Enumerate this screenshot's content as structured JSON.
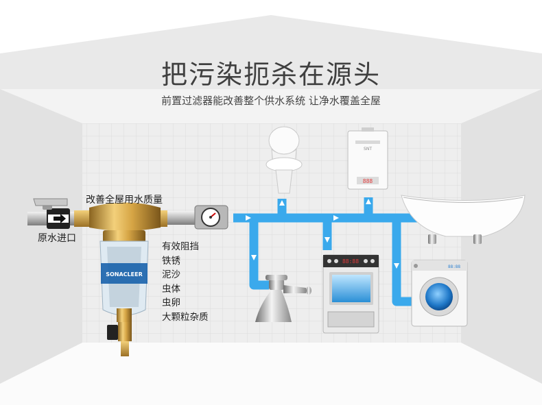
{
  "header": {
    "headline": "把污染扼杀在源头",
    "subline": "前置过滤器能改善整个供水系统 让净水覆盖全屋"
  },
  "labels": {
    "inlet": "原水进口",
    "quality": "改善全屋用水质量",
    "filter_brand": "SONACLEER"
  },
  "filter_targets": {
    "heading": "有效阻挡",
    "items": [
      "铁锈",
      "泥沙",
      "虫体",
      "虫卵",
      "大颗粒杂质"
    ]
  },
  "appliances": {
    "heater_display": "888",
    "heater_brand": "SNT",
    "oven_display": "88:88",
    "washer_display": "88:88"
  },
  "colors": {
    "pipe": "#3aa9ec",
    "brass": "#d6a545",
    "wall": "#f1f1f1",
    "floor": "#f7f7f7",
    "text": "#3f3f3f"
  }
}
